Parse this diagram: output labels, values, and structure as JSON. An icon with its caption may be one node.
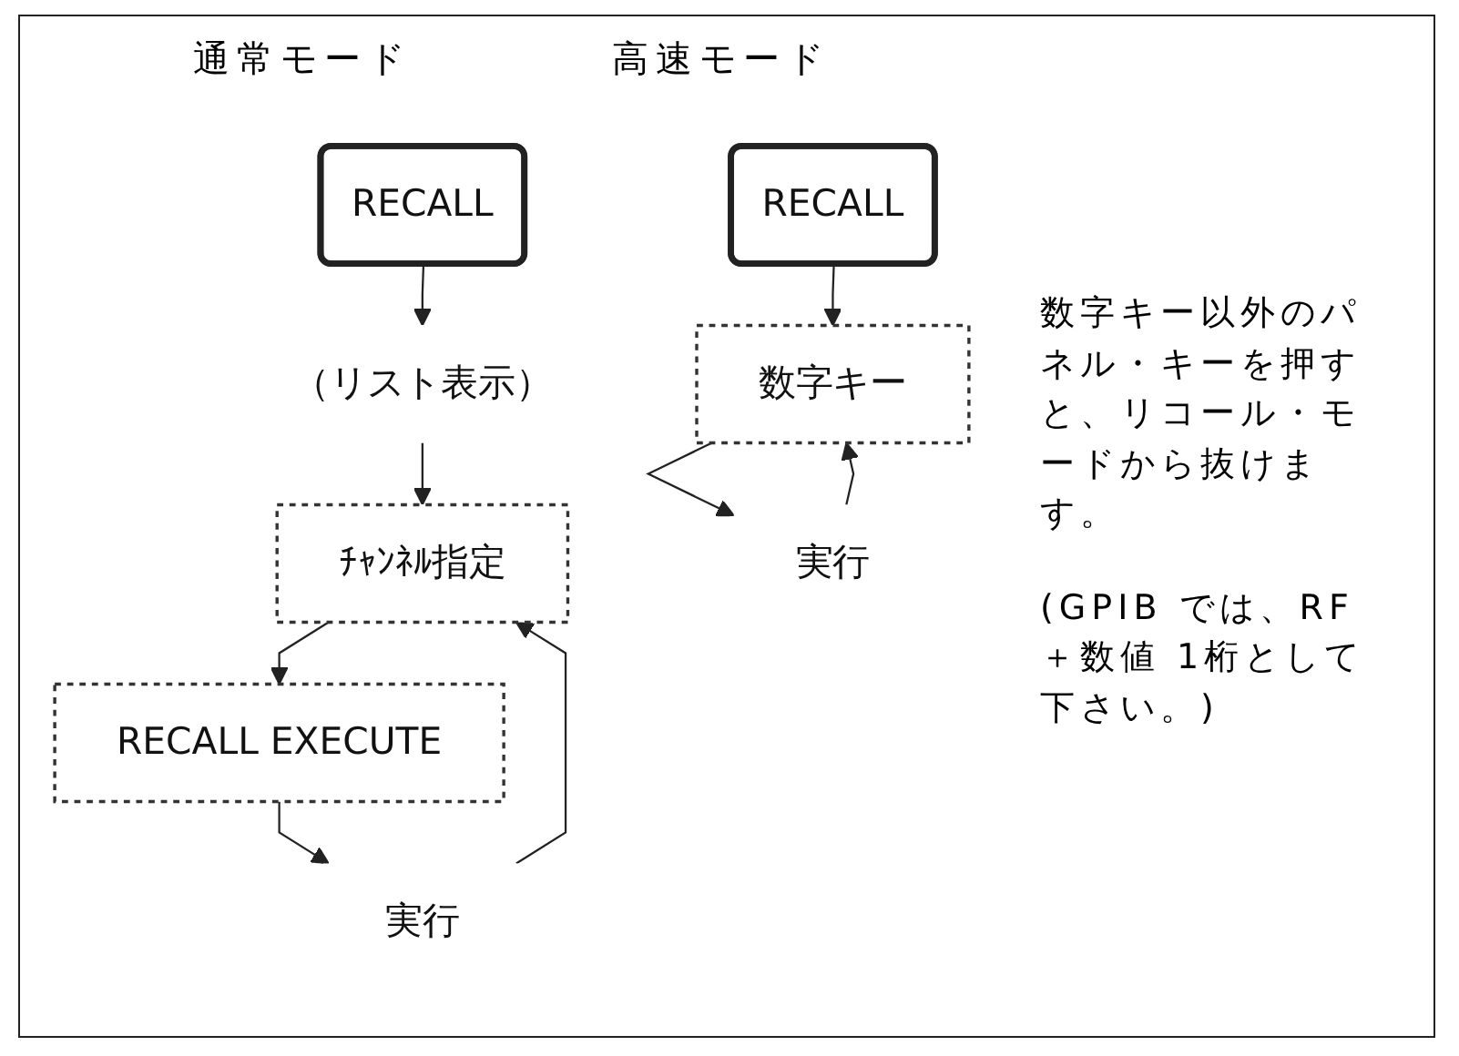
{
  "diagram": {
    "nodes": [
      {
        "text": [
          "RECALL"
        ]
      },
      {
        "text": [
          "（リスト表示）"
        ]
      },
      {
        "text": [
          "ﾁｬﾝﾈﾙ指定"
        ]
      },
      {
        "text": [
          "RECALL EXECUTE"
        ]
      },
      {
        "text": [
          "実行"
        ]
      },
      {
        "text": [
          "RECALL"
        ]
      },
      {
        "text": [
          "数字キー"
        ]
      },
      {
        "text": [
          "実行"
        ]
      }
    ],
    "edges": [
      {
        "from": 0,
        "to": 1,
        "arrow": "to"
      },
      {
        "from": 1,
        "to": 2,
        "arrow": "to"
      },
      {
        "from": 2,
        "to": 3,
        "arrow": "to"
      },
      {
        "from": 3,
        "to": 4,
        "arrow": "to"
      },
      {
        "from": 4,
        "to": 2,
        "arrow": "to"
      },
      {
        "from": 5,
        "to": 6,
        "arrow": "to"
      },
      {
        "from": 6,
        "to": 7,
        "arrow": "to"
      },
      {
        "from": 7,
        "to": 6,
        "arrow": "to"
      }
    ],
    "labels": [
      "通常モード",
      "高速モード",
      "数字キー以外のパネル・キーを押すと、リコール・モードから抜けます。",
      "(GPIB では、RF＋数値 1桁として下さい。)"
    ]
  }
}
